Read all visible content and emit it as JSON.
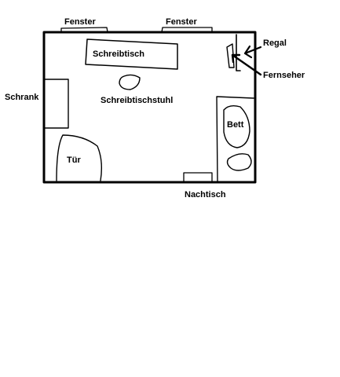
{
  "labels": {
    "window_left": "Fenster",
    "window_right": "Fenster",
    "shelf": "Regal",
    "tv": "Fernseher",
    "desk": "Schreibtisch",
    "desk_chair": "Schreibtischstuhl",
    "wardrobe": "Schrank",
    "bed": "Bett",
    "door": "Tür",
    "nightstand": "Nachtisch"
  },
  "colors": {
    "ink": "#000000",
    "paper": "#ffffff"
  }
}
